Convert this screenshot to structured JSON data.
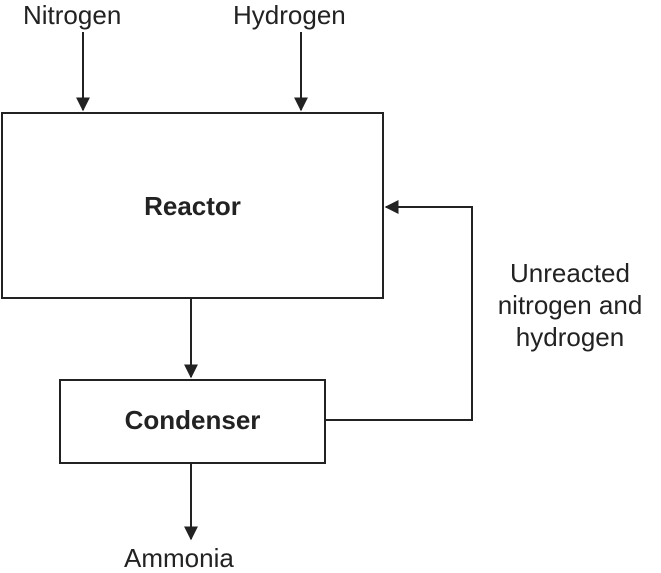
{
  "inputs": {
    "nitrogen": "Nitrogen",
    "hydrogen": "Hydrogen"
  },
  "reactor": {
    "label": "Reactor"
  },
  "condenser": {
    "label": "Condenser"
  },
  "recycle": {
    "line1": "Unreacted",
    "line2": "nitrogen and",
    "line3": "hydrogen"
  },
  "output": {
    "label": "Ammonia"
  }
}
